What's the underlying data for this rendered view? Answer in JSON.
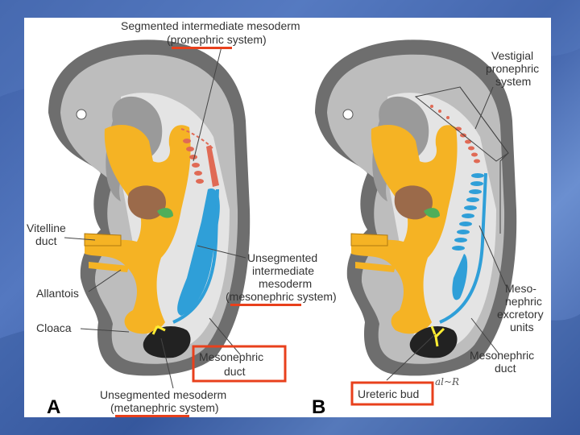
{
  "labels": {
    "segmented_title": "Segmented intermediate mesoderm",
    "pronephric_system": "(pronephric system)",
    "vitelline_1": "Vitelline",
    "vitelline_2": "duct",
    "allantois": "Allantois",
    "cloaca": "Cloaca",
    "unseg_int_1": "Unsegmented",
    "unseg_int_2": "intermediate",
    "unseg_int_3": "mesoderm",
    "mesonephric_system": "(mesonephric system)",
    "mesonephric_duct_a_1": "Mesonephric",
    "mesonephric_duct_a_2": "duct",
    "unseg_meso": "Unsegmented mesoderm",
    "metanephric_system": "(metanephric system)",
    "panel_a": "A",
    "panel_b": "B",
    "vestigial_1": "Vestigial",
    "vestigial_2": "pronephric",
    "vestigial_3": "system",
    "meso_1": "Meso-",
    "meso_2": "nephric",
    "meso_3": "excretory",
    "meso_4": "units",
    "mesonephric_duct_b_1": "Mesonephric",
    "mesonephric_duct_b_2": "duct",
    "ureteric_bud": "Ureteric bud",
    "signature": "al~R"
  },
  "colors": {
    "gut": "#f5b324",
    "neural_gray": "#9a9a9a",
    "body_dark": "#6e6e6e",
    "body_light": "#d9d9d9",
    "pronephros": "#e06a55",
    "mesonephric": "#2f9fd8",
    "liver": "#9b6a4a",
    "cloaca_black": "#222222",
    "green": "#4fae5a",
    "highlight_red": "#e8401c"
  }
}
